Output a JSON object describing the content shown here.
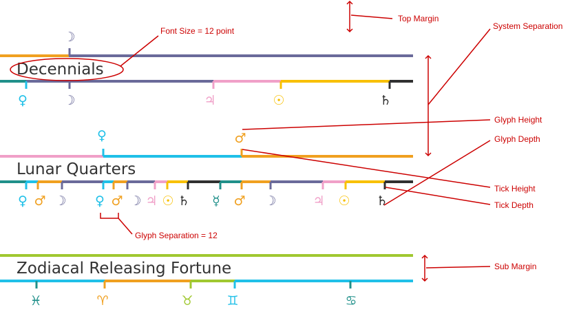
{
  "colors": {
    "orange": "#f0a020",
    "purple": "#6a6a9a",
    "teal": "#20908a",
    "pink": "#f0a0c8",
    "yellow": "#f8c000",
    "black": "#303030",
    "cyan": "#20c0e8",
    "green": "#a0c830",
    "annotation": "#cc0000"
  },
  "panels": {
    "decennials": {
      "title": "Decennials"
    },
    "lunar_quarters": {
      "title": "Lunar Quarters"
    },
    "zodiacal_releasing": {
      "title": "Zodiacal Releasing Fortune"
    }
  },
  "annotations": {
    "top_margin": "Top Margin",
    "font_size": "Font Size = 12 point",
    "system_separation": "System Separation",
    "glyph_height": "Glyph Height",
    "glyph_depth": "Glyph Depth",
    "tick_height": "Tick Height",
    "tick_depth": "Tick Depth",
    "glyph_separation": "Glyph Separation = 12",
    "sub_margin": "Sub Margin"
  },
  "glyphs": {
    "venus": "♀",
    "mars": "♂",
    "moon": "☽",
    "jupiter": "♃",
    "sun": "☉",
    "saturn": "♄",
    "mercury": "☿",
    "pisces": "♓",
    "aries": "♈",
    "taurus": "♉",
    "gemini": "♊",
    "cancer": "♋"
  }
}
